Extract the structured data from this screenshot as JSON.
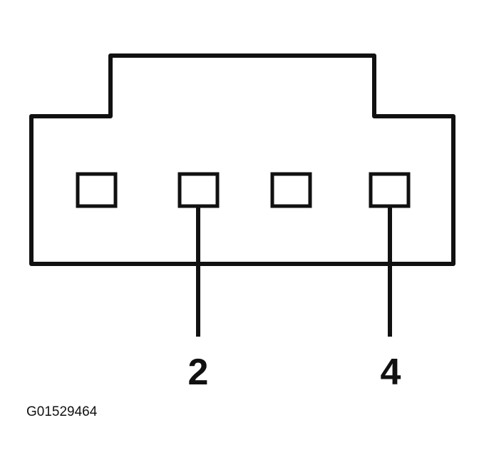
{
  "connector": {
    "pin_count": 4,
    "callouts": [
      {
        "pin": 2,
        "label": "2"
      },
      {
        "pin": 4,
        "label": "4"
      }
    ]
  },
  "figure_id": "G01529464",
  "colors": {
    "ink": "#111111",
    "background": "#ffffff"
  }
}
